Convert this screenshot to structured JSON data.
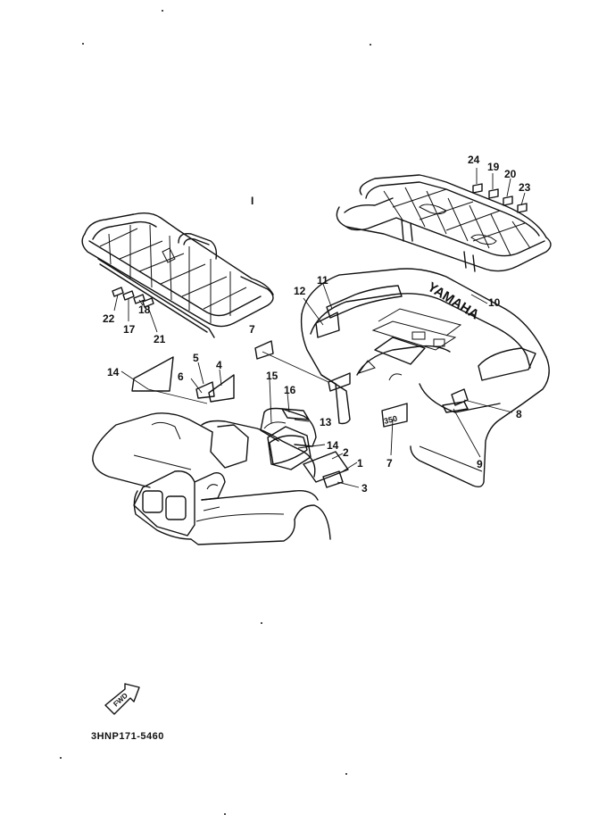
{
  "diagram": {
    "labels": {
      "p1": "1",
      "p2": "2",
      "p3": "3",
      "p4": "4",
      "p5": "5",
      "p6": "6",
      "p7a": "7",
      "p7b": "7",
      "p8": "8",
      "p9": "9",
      "p10": "10",
      "p11": "11",
      "p12": "12",
      "p13": "13",
      "p14a": "14",
      "p14b": "14",
      "p15": "15",
      "p16": "16",
      "p17": "17",
      "p18": "18",
      "p19": "19",
      "p20": "20",
      "p21": "21",
      "p22": "22",
      "p23": "23",
      "p24": "24",
      "stray": "I"
    },
    "brand": "YAMAHA",
    "model_badge": "350",
    "fwd_arrow": "FWD",
    "drawing_code": "3HNP171-5460"
  }
}
